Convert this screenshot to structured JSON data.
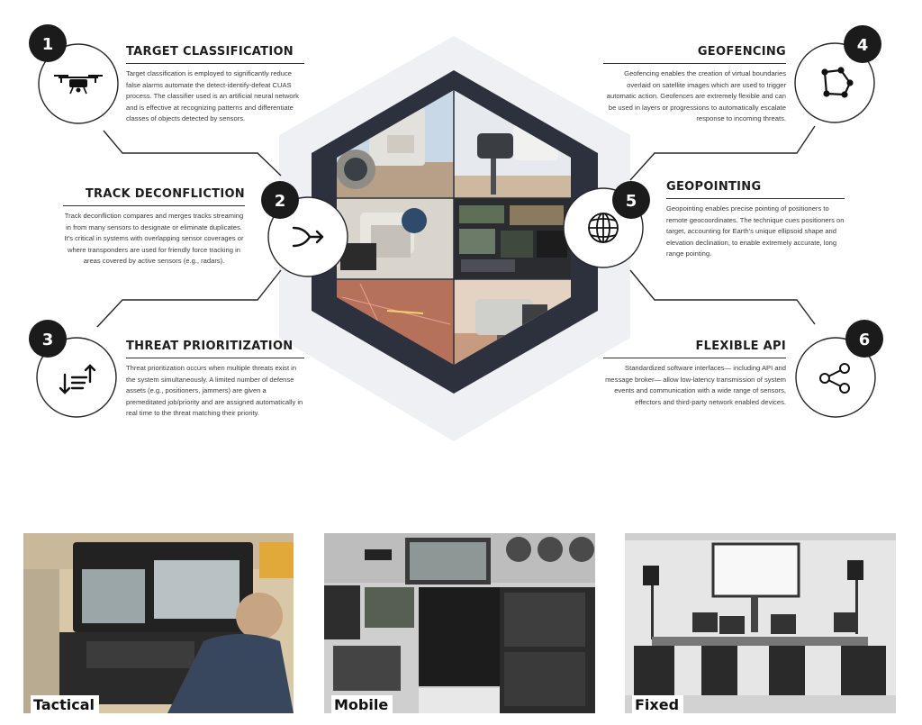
{
  "features": [
    {
      "number": "1",
      "title": "TARGET CLASSIFICATION",
      "icon": "drone-icon",
      "body": "Target classification is employed to significantly reduce false alarms automate the detect-identify-defeat CUAS process. The classifier used is an artificial neural network and is effective at recognizing patterns and differentiate classes of objects detected by sensors."
    },
    {
      "number": "2",
      "title": "TRACK DECONFLICTION",
      "icon": "merge-arrows-icon",
      "body": "Track deconfliction compares and merges tracks streaming in from many sensors to designate or eliminate duplicates. It’s critical in systems with overlapping sensor coverages or where transponders are used for friendly force tracking in areas covered by active sensors (e.g., radars)."
    },
    {
      "number": "3",
      "title": "THREAT PRIORITIZATION",
      "icon": "sort-priority-icon",
      "body": "Threat prioritization occurs when multiple threats exist in the system simultaneously. A limited number of defense assets (e.g., positioners, jammers) are given a premeditated job/priority and are assigned automatically in real time to the threat matching their priority."
    },
    {
      "number": "4",
      "title": "GEOFENCING",
      "icon": "polygon-fence-icon",
      "body": "Geofencing enables the creation of virtual boundaries overlaid on satellite images which are used to trigger automatic action. Geofences are extremely flexible and can be used in layers or progressions to automatically escalate response to incoming threats."
    },
    {
      "number": "5",
      "title": "GEOPOINTING",
      "icon": "globe-icon",
      "body": "Geopointing enables precise pointing of positioners to remote geocoordinates. The technique cues positioners on target, accounting for Earth’s unique ellipsoid shape and elevation declination, to enable extremely accurate, long range pointing."
    },
    {
      "number": "6",
      "title": "FLEXIBLE API",
      "icon": "share-network-icon",
      "body": "Standardized software interfaces— including API and message broker— allow low-latency transmission of system events and communication with a wide range of sensors, effectors and third-party network enabled devices."
    }
  ],
  "photos": [
    {
      "caption": "Tactical"
    },
    {
      "caption": "Mobile"
    },
    {
      "caption": "Fixed"
    }
  ],
  "colors": {
    "hex_frame": "#2c313d",
    "hex_halo": "#eef0f3",
    "badge": "#1b1b1b",
    "line": "#262626"
  }
}
